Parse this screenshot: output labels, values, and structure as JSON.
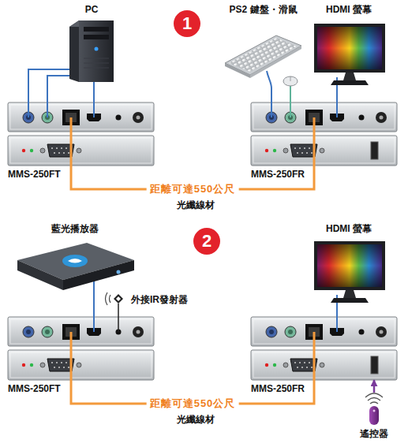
{
  "diagram": {
    "nodes": [
      {
        "text": [
          "PC"
        ]
      },
      {
        "text": [
          "1"
        ]
      },
      {
        "text": [
          "PS2 鍵盤・滑鼠"
        ]
      },
      {
        "text": [
          "HDMI 螢幕"
        ]
      },
      {
        "text": [
          "MMS-250FT"
        ]
      },
      {
        "text": [
          "MMS-250FR"
        ]
      },
      {
        "text": [
          "藍光播放器"
        ]
      },
      {
        "text": [
          "2"
        ]
      },
      {
        "text": [
          "HDMI 螢幕"
        ]
      },
      {
        "text": [
          "外接IR發射器"
        ]
      },
      {
        "text": [
          "MMS-250FT"
        ]
      },
      {
        "text": [
          "MMS-250FR"
        ]
      },
      {
        "text": [
          "遙控器"
        ]
      }
    ],
    "edges": [
      {
        "from": 0,
        "to": 4,
        "arrow": "none"
      },
      {
        "from": 0,
        "to": 4,
        "arrow": "none"
      },
      {
        "from": 0,
        "to": 4,
        "arrow": "none"
      },
      {
        "from": 2,
        "to": 5,
        "arrow": "none"
      },
      {
        "from": 2,
        "to": 5,
        "arrow": "none"
      },
      {
        "from": 3,
        "to": 5,
        "arrow": "none"
      },
      {
        "from": 4,
        "to": 5,
        "label": "距離可達550公尺",
        "arrow": "none"
      },
      {
        "from": 6,
        "to": 10,
        "arrow": "none"
      },
      {
        "from": 9,
        "to": 10,
        "arrow": "none"
      },
      {
        "from": 8,
        "to": 11,
        "arrow": "none"
      },
      {
        "from": 10,
        "to": 11,
        "label": "距離可達550公尺",
        "arrow": "none"
      },
      {
        "from": 12,
        "to": 11,
        "arrow": "to"
      }
    ],
    "labels": [
      "光纖線材",
      "光纖線材"
    ]
  }
}
